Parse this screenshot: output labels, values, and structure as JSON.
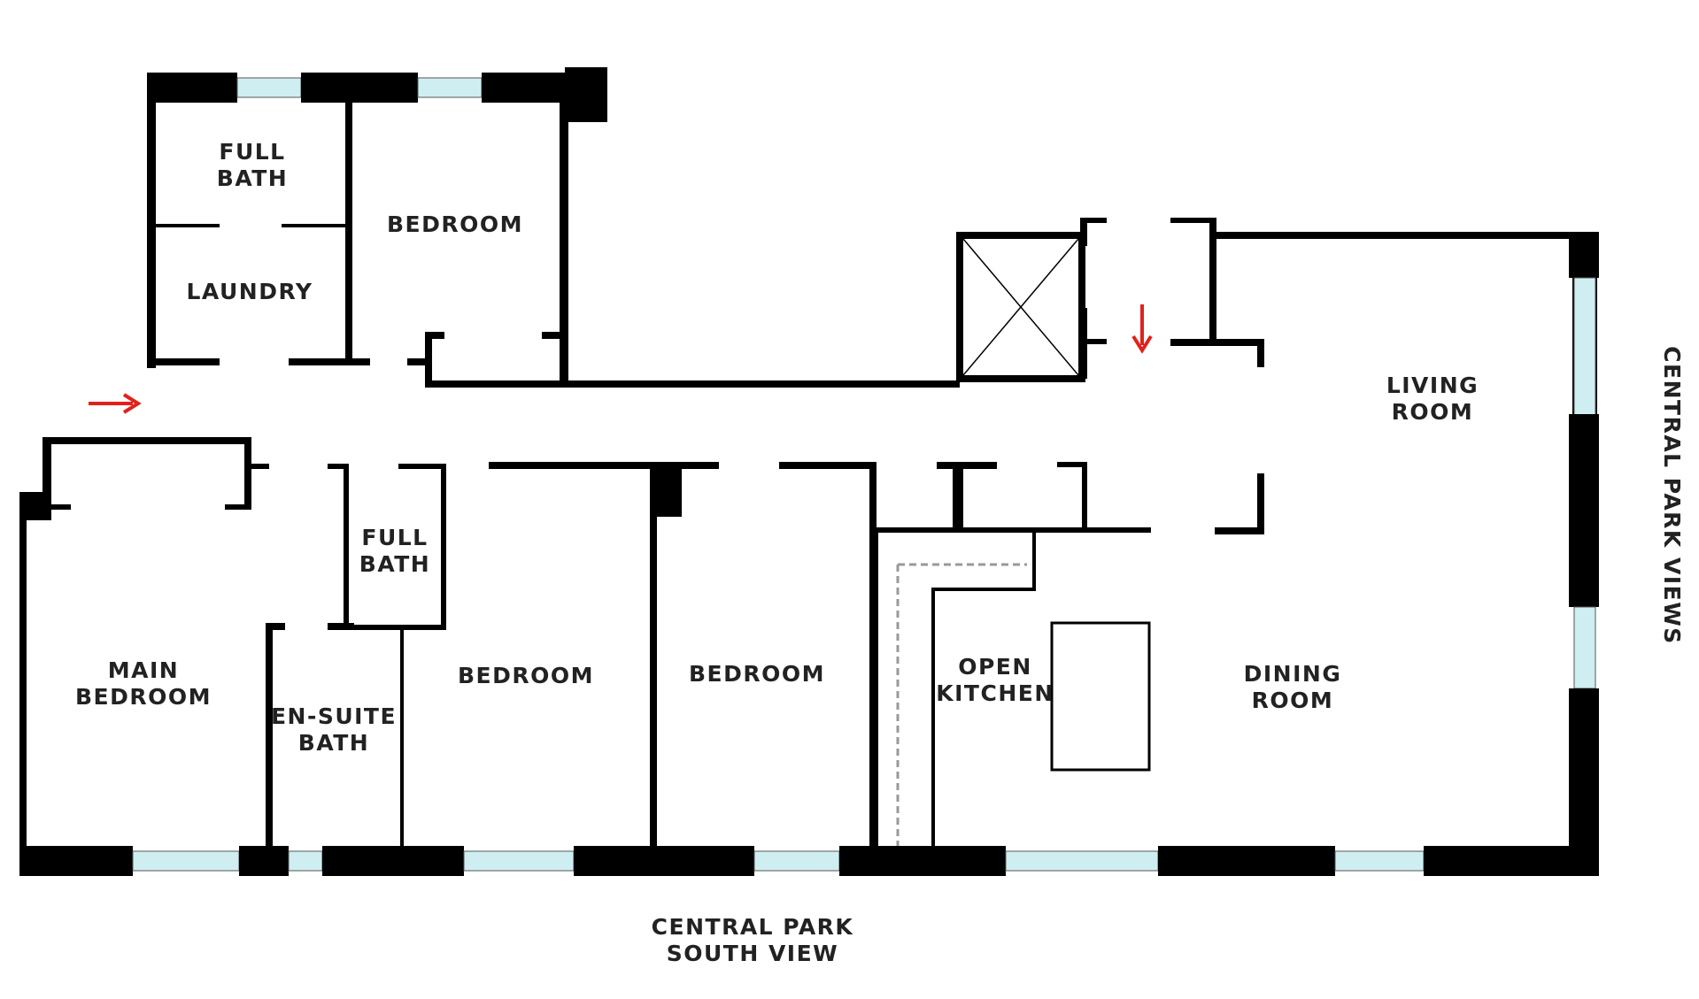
{
  "labels": {
    "full_bath_top_1": "FULL",
    "full_bath_top_2": "BATH",
    "laundry": "LAUNDRY",
    "bedroom_top": "BEDROOM",
    "living_1": "LIVING",
    "living_2": "ROOM",
    "side_view": "CENTRAL PARK VIEWS",
    "full_bath_mid_1": "FULL",
    "full_bath_mid_2": "BATH",
    "main_bed_1": "MAIN",
    "main_bed_2": "BEDROOM",
    "ensuite_1": "EN-SUITE",
    "ensuite_2": "BATH",
    "bedroom_2": "BEDROOM",
    "bedroom_3": "BEDROOM",
    "kitchen_1": "OPEN",
    "kitchen_2": "KITCHEN",
    "dining_1": "DINING",
    "dining_2": "ROOM",
    "south_view_1": "CENTRAL PARK",
    "south_view_2": "SOUTH VIEW"
  },
  "colors": {
    "wall": "#000000",
    "window_glass": "#cfeef2",
    "entry_arrow": "#e3201b",
    "text": "#222222",
    "dashed": "#999999"
  },
  "icons": {
    "entry_arrow": "arrow-right-icon",
    "elevator_arrow": "arrow-down-icon",
    "elevator_shaft": "elevator-x-icon"
  }
}
